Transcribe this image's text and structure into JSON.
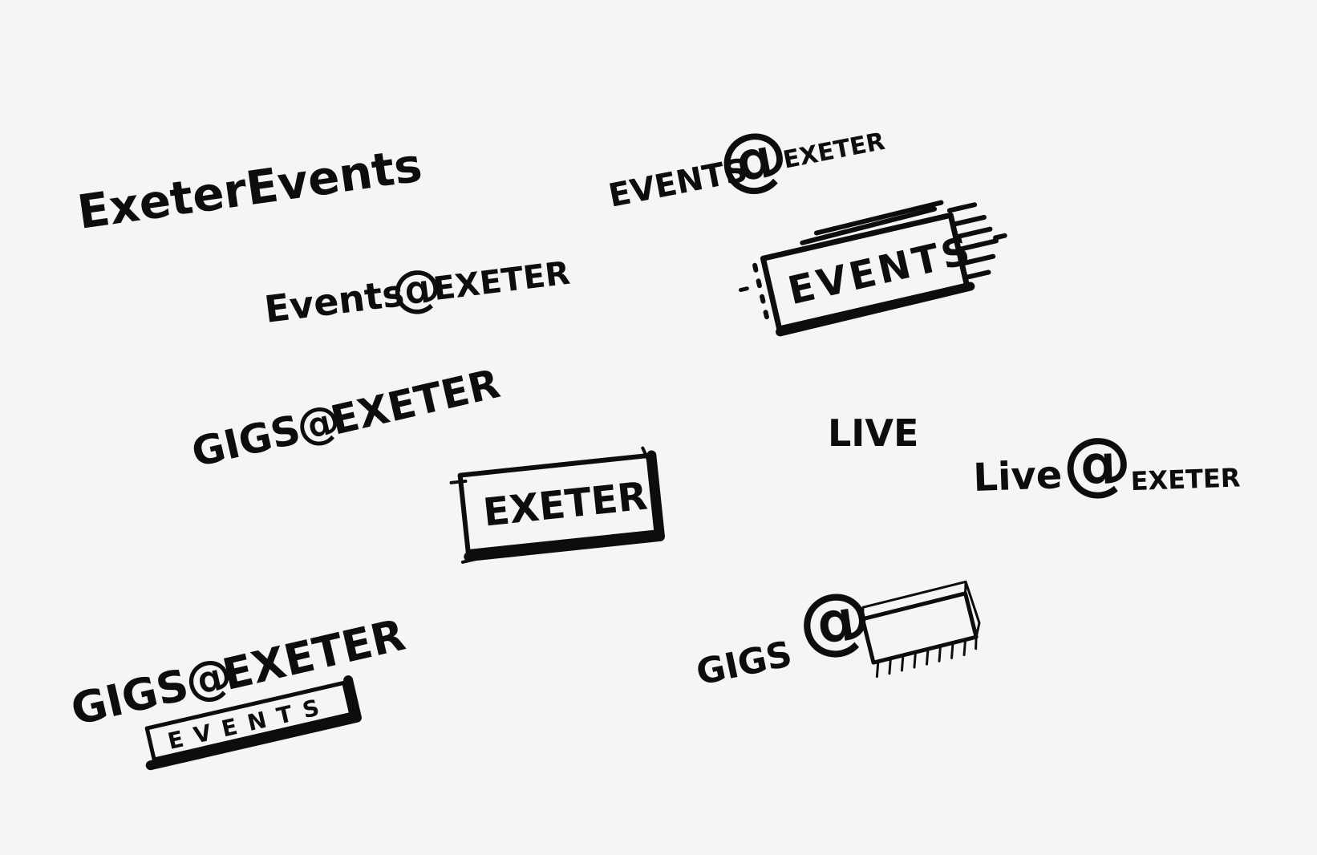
{
  "sketch": {
    "paper_color": "#f5f5f5",
    "ink_color": "#0d0d0d",
    "options": [
      {
        "id": "exeter-events",
        "text": "ExeterEvents"
      },
      {
        "id": "events-at-exeter-small",
        "text_left": "EVENTS",
        "at": "@",
        "text_right": "EXETER"
      },
      {
        "id": "events-at-exeter",
        "text_left": "Events",
        "at": "@",
        "text_right": "EXETER"
      },
      {
        "id": "events-ticket",
        "text": "EVENTS"
      },
      {
        "id": "gigs-at-exeter",
        "text_left": "GIGS",
        "at": "@",
        "text_right": "EXETER"
      },
      {
        "id": "live",
        "text": "LIVE"
      },
      {
        "id": "live-at-exeter",
        "text_left": "Live",
        "at": "@",
        "text_right": "EXETER"
      },
      {
        "id": "exeter-box",
        "text": "EXETER"
      },
      {
        "id": "gigs-at-exeter-events",
        "text_left": "GIGS",
        "at": "@",
        "text_right": "EXETER",
        "banner": "EVENTS"
      },
      {
        "id": "gigs-at-box",
        "text_left": "GIGS",
        "at": "@"
      }
    ]
  }
}
